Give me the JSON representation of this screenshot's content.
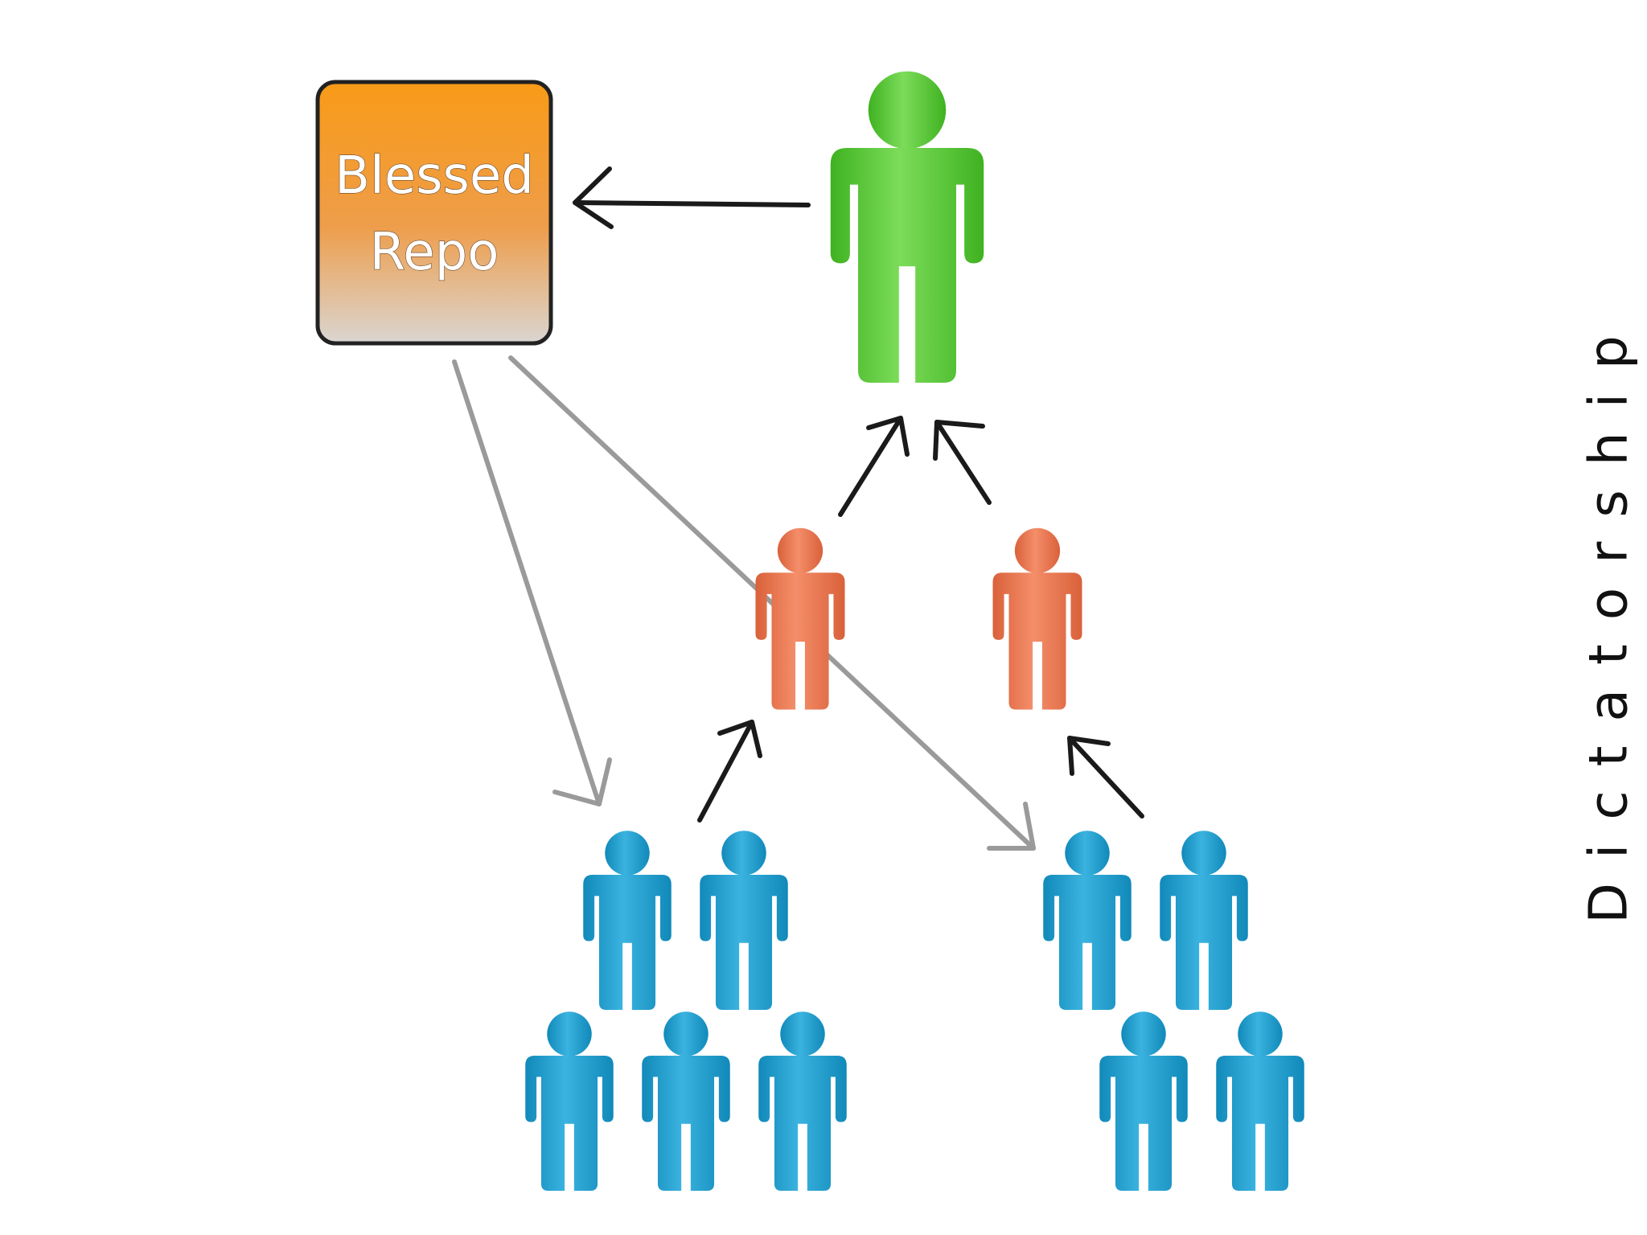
{
  "repo": {
    "line1": "Blessed",
    "line2": "Repo"
  },
  "side_title": "Dictatorship",
  "colors": {
    "repo_top": "#f99a17",
    "repo_bottom": "#dad6d2",
    "dictator": "#5fce3c",
    "lieutenant": "#ec7a54",
    "developer": "#2aa3d4",
    "arrow_push": "#1a1a1a",
    "arrow_pull": "#9a9a9a"
  },
  "icons": {
    "dictator": "person-icon",
    "lieutenant": "person-icon",
    "developer": "person-icon"
  }
}
